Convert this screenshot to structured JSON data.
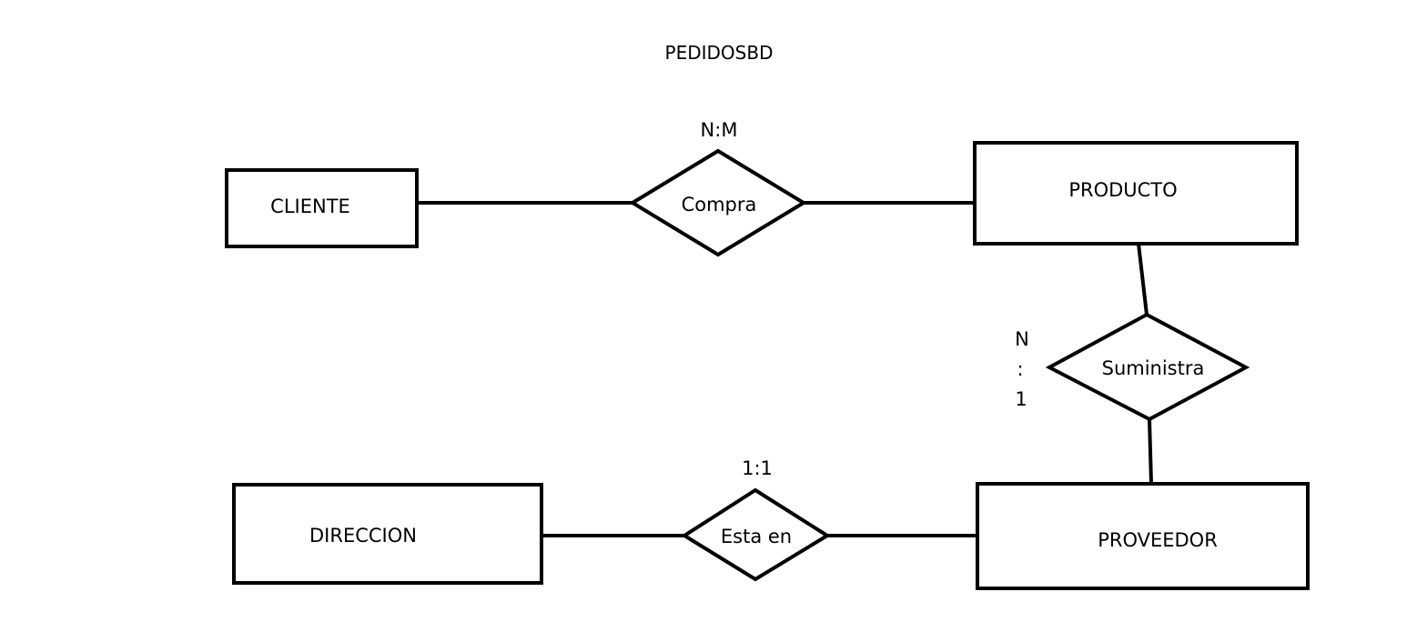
{
  "diagram": {
    "title": "PEDIDOSBD",
    "entities": {
      "cliente": "CLIENTE",
      "producto": "PRODUCTO",
      "direccion": "DIRECCION",
      "proveedor": "PROVEEDOR"
    },
    "relationships": {
      "compra": {
        "label": "Compra",
        "cardinality": "N:M"
      },
      "suministra": {
        "label": "Suministra",
        "cardinality": [
          "N",
          ":",
          "1"
        ]
      },
      "esta_en": {
        "label": "Esta en",
        "cardinality": "1:1"
      }
    }
  }
}
